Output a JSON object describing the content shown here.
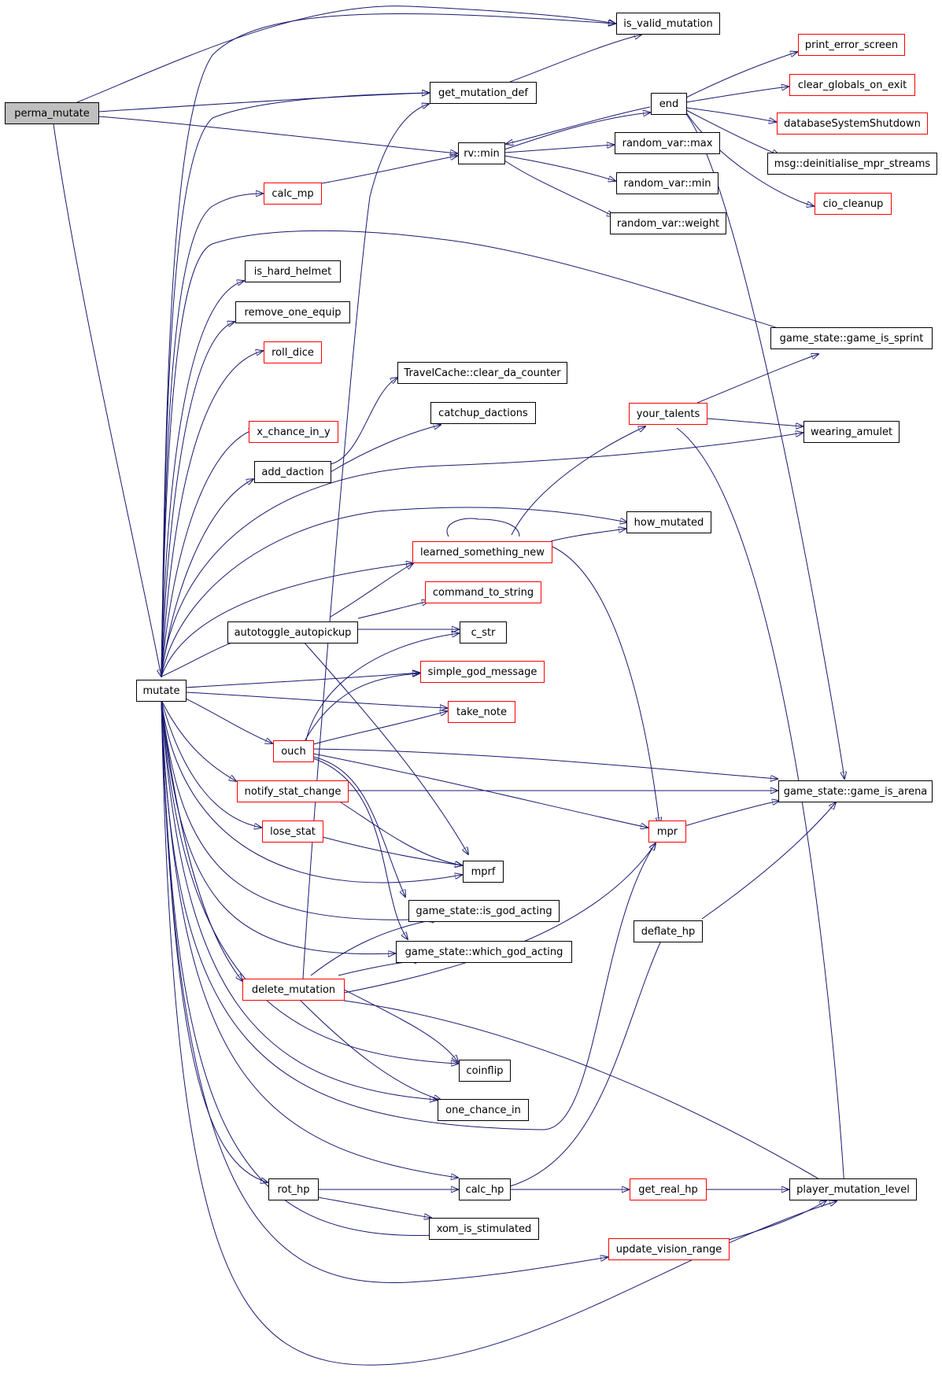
{
  "nodes": {
    "perma_mutate": "perma_mutate",
    "mutate": "mutate",
    "is_valid_mutation": "is_valid_mutation",
    "get_mutation_def": "get_mutation_def",
    "rv_min": "rv::min",
    "calc_mp": "calc_mp",
    "end": "end",
    "print_error_screen": "print_error_screen",
    "clear_globals_on_exit": "clear_globals_on_exit",
    "databaseSystemShutdown": "databaseSystemShutdown",
    "msg_deinitialise": "msg::deinitialise_mpr_streams",
    "cio_cleanup": "cio_cleanup",
    "random_var_max": "random_var::max",
    "random_var_min": "random_var::min",
    "random_var_weight": "random_var::weight",
    "is_hard_helmet": "is_hard_helmet",
    "remove_one_equip": "remove_one_equip",
    "roll_dice": "roll_dice",
    "game_is_sprint": "game_state::game_is_sprint",
    "travelcache_clear": "TravelCache::clear_da_counter",
    "catchup_dactions": "catchup_dactions",
    "your_talents": "your_talents",
    "x_chance_in_y": "x_chance_in_y",
    "add_daction": "add_daction",
    "wearing_amulet": "wearing_amulet",
    "how_mutated": "how_mutated",
    "learned_something_new": "learned_something_new",
    "command_to_string": "command_to_string",
    "autotoggle_autopickup": "autotoggle_autopickup",
    "c_str": "c_str",
    "simple_god_message": "simple_god_message",
    "take_note": "take_note",
    "ouch": "ouch",
    "notify_stat_change": "notify_stat_change",
    "game_is_arena": "game_state::game_is_arena",
    "lose_stat": "lose_stat",
    "mpr": "mpr",
    "mprf": "mprf",
    "is_god_acting": "game_state::is_god_acting",
    "deflate_hp": "deflate_hp",
    "which_god_acting": "game_state::which_god_acting",
    "delete_mutation": "delete_mutation",
    "coinflip": "coinflip",
    "one_chance_in": "one_chance_in",
    "rot_hp": "rot_hp",
    "calc_hp": "calc_hp",
    "get_real_hp": "get_real_hp",
    "player_mutation_level": "player_mutation_level",
    "xom_is_stimulated": "xom_is_stimulated",
    "update_vision_range": "update_vision_range"
  },
  "colors": {
    "edge": "#191970",
    "border_default": "#000000",
    "border_truncated": "#ff0000",
    "root_fill": "#bfbfbf"
  }
}
